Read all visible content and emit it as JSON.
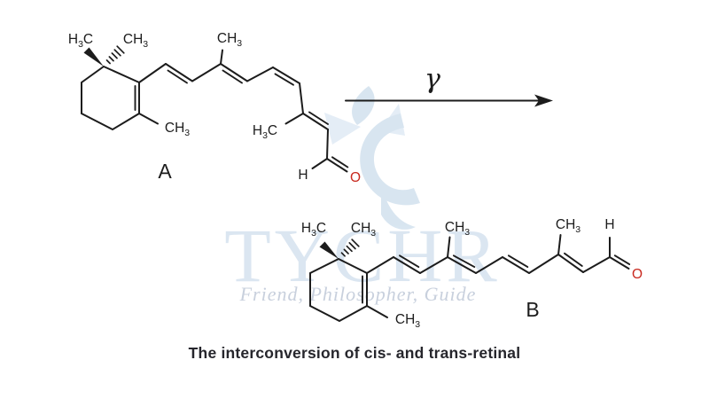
{
  "page": {
    "caption": "The interconversion of cis- and trans-retinal",
    "background": "#ffffff"
  },
  "colors": {
    "bond": "#1c1c1c",
    "oxygen": "#c8281e",
    "watermark_brand": "#dbe6f1",
    "watermark_tagline": "#c8d0dd",
    "emblem": "#ccddec"
  },
  "watermark": {
    "brand": "TYCHR",
    "tagline": "Friend, Philosopher, Guide"
  },
  "reaction": {
    "reactant_label": "A",
    "product_label": "B",
    "arrow_condition": "γ"
  },
  "atoms": {
    "h3c": {
      "pre": "H",
      "sub": "3",
      "post": "C"
    },
    "ch3": {
      "pre": "CH",
      "sub": "3"
    },
    "hydrogen": "H",
    "oxygen": "O"
  }
}
